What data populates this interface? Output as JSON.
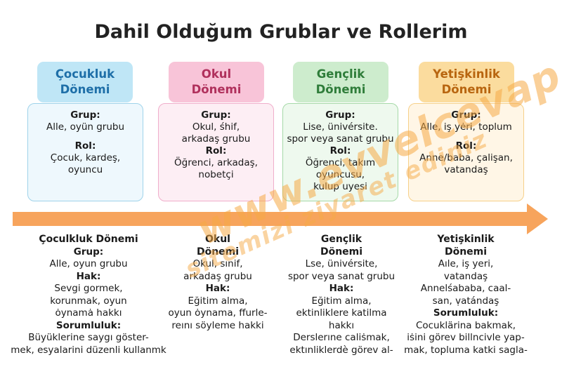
{
  "title": "Dahil Olduğum Grublar ve Rollerim",
  "stages": [
    {
      "tab": [
        "Çocukluk",
        "Dönemi"
      ],
      "color": "#1e6fa8",
      "tab_bg": "#bfe6f6",
      "card_bg": "#eef8fd",
      "card_border": "#9fd3ea",
      "card_lines": [
        "Grup:",
        "Alle, oyün grubu",
        "",
        "Rol:",
        "Çocuk, kardeş,",
        "oyuncu"
      ]
    },
    {
      "tab": [
        "Okul",
        "Dönemi"
      ],
      "color": "#b0305c",
      "tab_bg": "#f8c4d8",
      "card_bg": "#fdeef4",
      "card_border": "#f0aecb",
      "card_lines": [
        "Grup:",
        "Okul, śhif,",
        "arkadaş grubu",
        "Rol:",
        "Öğrenci, arkadaş,",
        "nobetçi"
      ]
    },
    {
      "tab": [
        "Gençlik",
        "Dönemi"
      ],
      "color": "#2f7d3a",
      "tab_bg": "#cdeccd",
      "card_bg": "#eef9ee",
      "card_border": "#a6d9a8",
      "card_lines": [
        "Grup:",
        "Lise, ünivérsite.",
        "spor veya sanat grubu",
        "Rol:",
        "Öğrenci, takım",
        "oyuncusu,",
        "kulup uyesi"
      ]
    },
    {
      "tab": [
        "Yetişkinlik",
        "Dönemi"
      ],
      "color": "#b8650f",
      "tab_bg": "#fbdc9e",
      "card_bg": "#fff6e6",
      "card_border": "#f6d08a",
      "card_lines": [
        "Grup:",
        "Alle, iş yėri, toplum",
        "",
        "Rol:",
        "Anne/baba, çalişan,",
        "vatandaş"
      ]
    }
  ],
  "arrow_color": "#f7a45c",
  "details": [
    {
      "lines": [
        {
          "t": "Çoculkluk Dönemi",
          "s": "h"
        },
        {
          "t": "Grup:",
          "s": "lbl"
        },
        {
          "t": "Alle, oyun grubu",
          "s": ""
        },
        {
          "t": "Hak:",
          "s": "lbl"
        },
        {
          "t": "Sevgi gormek,",
          "s": ""
        },
        {
          "t": "korunmak, oyun",
          "s": ""
        },
        {
          "t": "ȯynamȧ hakkı",
          "s": ""
        },
        {
          "t": "Sorumluluk:",
          "s": "lbl"
        },
        {
          "t": "Büyüklerine saygı  göster-",
          "s": ""
        },
        {
          "t": "mek, esyalarini düzenli kullanmk",
          "s": ""
        }
      ]
    },
    {
      "lines": [
        {
          "t": "Okul",
          "s": "h"
        },
        {
          "t": "Dönemi",
          "s": "h"
        },
        {
          "t": "Okul, sınif,",
          "s": ""
        },
        {
          "t": "arkadaş grubu",
          "s": ""
        },
        {
          "t": "Hak:",
          "s": "lbl"
        },
        {
          "t": "Eğitim alma,",
          "s": ""
        },
        {
          "t": "oyun ȯynama, ffurle-",
          "s": ""
        },
        {
          "t": "reını söyleme hakki",
          "s": ""
        }
      ]
    },
    {
      "lines": [
        {
          "t": "Gençlik",
          "s": "h"
        },
        {
          "t": "Dönemi",
          "s": "h"
        },
        {
          "t": "Lse, ünivérsite,",
          "s": ""
        },
        {
          "t": "spor veya sanat grubu",
          "s": ""
        },
        {
          "t": "Hak:",
          "s": "lbl"
        },
        {
          "t": "Eğitim alma,",
          "s": ""
        },
        {
          "t": "ektinliklere katilma",
          "s": ""
        },
        {
          "t": "hakkı",
          "s": ""
        },
        {
          "t": "Derslerıne caliṡmak,",
          "s": ""
        },
        {
          "t": "ektınliklerdè görev al-",
          "s": ""
        }
      ]
    },
    {
      "lines": [
        {
          "t": "Yetişkinlik",
          "s": "h"
        },
        {
          "t": "Dönemi",
          "s": "h"
        },
        {
          "t": "Aıle, iş yeri,",
          "s": ""
        },
        {
          "t": "vatandaş",
          "s": ""
        },
        {
          "t": "Annelśababa, caal-",
          "s": ""
        },
        {
          "t": "san,  ṿatándaş",
          "s": ""
        },
        {
          "t": "Sorumluluk:",
          "s": "lbl"
        },
        {
          "t": "Cocuklärina bakmak,",
          "s": ""
        },
        {
          "t": "iṡini görev billncivle yap-",
          "s": ""
        },
        {
          "t": "mak, topluma katki sagla-",
          "s": ""
        }
      ]
    }
  ],
  "watermark": "www.evvelcevap.com",
  "watermark_sub": "sitemizi ziyaret ediniz"
}
